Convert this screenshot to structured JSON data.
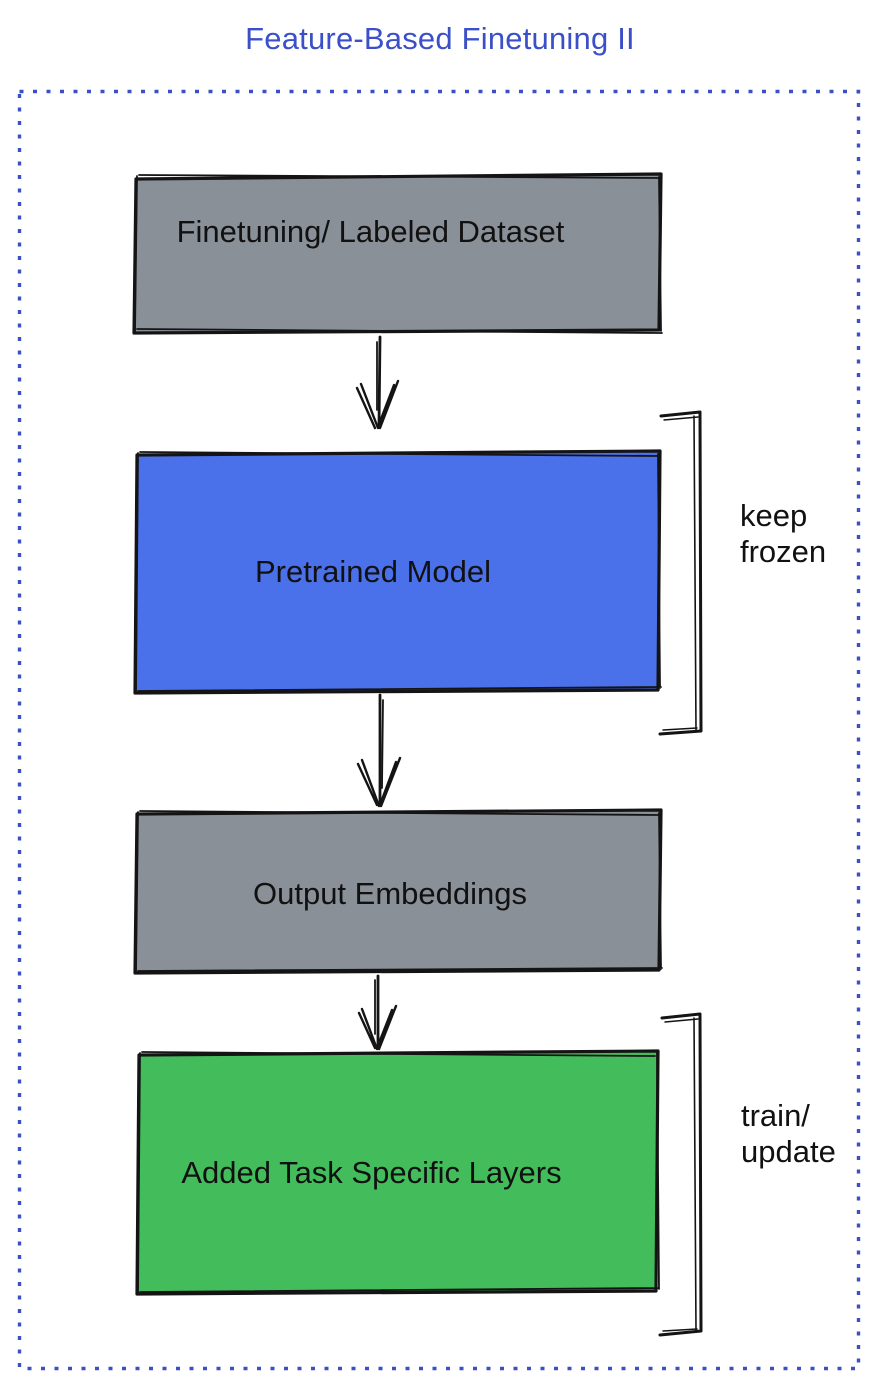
{
  "title": "Feature-Based Finetuning II",
  "diagram": {
    "boxes": [
      {
        "id": "dataset",
        "label": "Finetuning/ Labeled Dataset",
        "fill": "#8a9098"
      },
      {
        "id": "pretrained",
        "label": "Pretrained Model",
        "fill": "#4a70ea"
      },
      {
        "id": "embeddings",
        "label": "Output Embeddings",
        "fill": "#8a9098"
      },
      {
        "id": "task-layers",
        "label": "Added Task Specific Layers",
        "fill": "#43bd5b"
      }
    ],
    "annotations": [
      {
        "id": "keep-frozen",
        "label": "keep\nfrozen",
        "target": "pretrained"
      },
      {
        "id": "train-update",
        "label": "train/\nupdate",
        "target": "task-layers"
      }
    ],
    "flow": [
      "dataset -> pretrained",
      "pretrained -> embeddings",
      "embeddings -> task-layers"
    ],
    "colors": {
      "title_text": "#3b50c8",
      "dashed_boundary": "#3a50c4",
      "stroke": "#141414",
      "label_text": "#111111",
      "gray_box": "#8a9098",
      "blue_box": "#4a70ea",
      "green_box": "#43bd5b"
    }
  }
}
